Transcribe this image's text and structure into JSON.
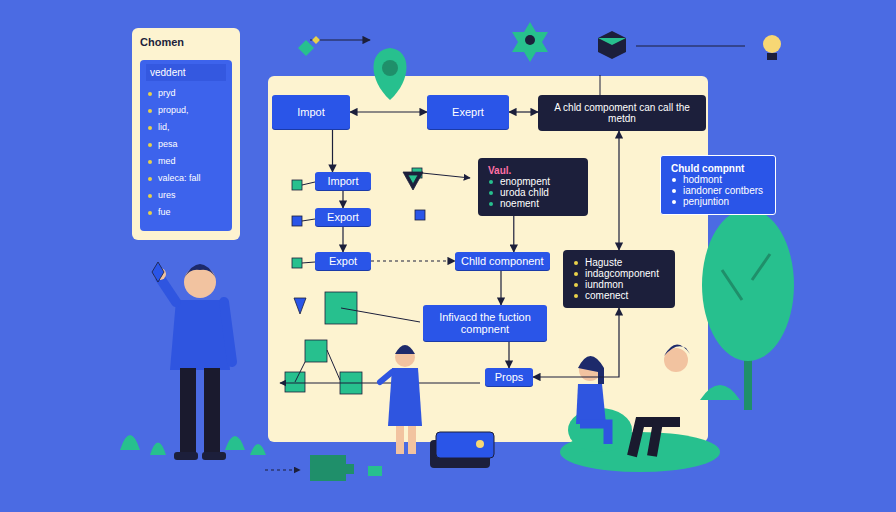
{
  "diagram": {
    "nodes": [
      {
        "text": [
          "Chomen"
        ]
      },
      {
        "text": [
          "veddent",
          "pryd",
          "propud,",
          "lid,",
          "pesa",
          "med",
          "valeca: fall",
          "ures",
          "fue"
        ],
        "in": 0
      },
      {
        "text": [
          "Impot"
        ]
      },
      {
        "text": [
          "Exeprt"
        ]
      },
      {
        "text": [
          "A chld compoment can call the metdn"
        ]
      },
      {
        "text": [
          "Import"
        ]
      },
      {
        "text": [
          "Vaul.",
          "enopmpent",
          "uroda chlld",
          "noement"
        ]
      },
      {
        "text": [
          "Chuld compnnt",
          "hodmont",
          "iandoner contbers",
          "penjuntion"
        ]
      },
      {
        "text": [
          "Export"
        ]
      },
      {
        "text": [
          "Expot"
        ]
      },
      {
        "text": [
          "Chlld component"
        ]
      },
      {
        "text": [
          "Haguste",
          "indagcomponent",
          "iundmon",
          "comenect"
        ]
      },
      {
        "text": [
          "Infivacd the fuction compnent"
        ]
      },
      {
        "text": [
          "Props"
        ]
      }
    ],
    "edges": [
      {
        "from": 2,
        "to": 3,
        "arrow": "both"
      },
      {
        "from": 3,
        "to": 4,
        "arrow": "both"
      },
      {
        "from": 2,
        "to": 5,
        "arrow": "to"
      },
      {
        "from": 5,
        "to": 8,
        "arrow": "to"
      },
      {
        "from": 8,
        "to": 9,
        "arrow": "to"
      },
      {
        "from": 9,
        "to": 10,
        "arrow": "to"
      },
      {
        "from": 6,
        "to": 10,
        "arrow": "to"
      },
      {
        "from": 10,
        "to": 12,
        "arrow": "to"
      },
      {
        "from": 12,
        "to": 13,
        "arrow": "to"
      },
      {
        "from": 13,
        "to": 11,
        "arrow": "both"
      },
      {
        "from": 4,
        "to": 11,
        "arrow": "both"
      }
    ]
  }
}
